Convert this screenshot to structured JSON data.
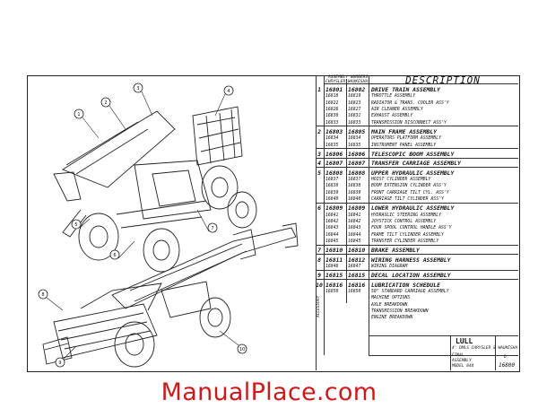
{
  "header": {
    "assembly_numbers": "ASSEMBLY NUMBERS",
    "chrysler": "CHRYSLER",
    "waukesha": "WAUKESHA",
    "description": "DESCRIPTION"
  },
  "rows": [
    {
      "num": "1",
      "a": "16801",
      "b": "16802",
      "desc": "DRIVE TRAIN ASSEMBLY",
      "bold": true
    },
    {
      "num": "",
      "a": "16818",
      "b": "16819",
      "desc": "THROTTLE ASSEMBLY",
      "bold": false
    },
    {
      "num": "",
      "a": "16822",
      "b": "16823",
      "desc": "RADIATOR & TRANS. COOLER ASS'Y",
      "bold": false
    },
    {
      "num": "",
      "a": "16826",
      "b": "16827",
      "desc": "AIR CLEANER ASSEMBLY",
      "bold": false
    },
    {
      "num": "",
      "a": "16830",
      "b": "16831",
      "desc": "EXHAUST ASSEMBLY",
      "bold": false
    },
    {
      "num": "",
      "a": "16833",
      "b": "16833",
      "desc": "TRANSMISSION DISCONNECT ASS'Y",
      "bold": false
    },
    {
      "num": "2",
      "a": "16803",
      "b": "16805",
      "desc": "MAIN FRAME ASSEMBLY",
      "bold": true
    },
    {
      "num": "",
      "a": "16834",
      "b": "16834",
      "desc": "OPERATORS PLATFORM ASSEMBLY",
      "bold": false
    },
    {
      "num": "",
      "a": "16835",
      "b": "16835",
      "desc": "INSTRUMENT PANEL ASSEMBLY",
      "bold": false
    },
    {
      "num": "3",
      "a": "16806",
      "b": "16806",
      "desc": "TELESCOPIC BOOM ASSEMBLY",
      "bold": true
    },
    {
      "num": "4",
      "a": "16807",
      "b": "16807",
      "desc": "TRANSFER CARRIAGE ASSEMBLY",
      "bold": true
    },
    {
      "num": "5",
      "a": "16808",
      "b": "16808",
      "desc": "UPPER HYDRAULIC ASSEMBLY",
      "bold": true
    },
    {
      "num": "",
      "a": "16837",
      "b": "16837",
      "desc": "HOIST CYLINDER ASSEMBLY",
      "bold": false
    },
    {
      "num": "",
      "a": "16838",
      "b": "16838",
      "desc": "BOOM EXTENSION CYLINDER ASS'Y",
      "bold": false
    },
    {
      "num": "",
      "a": "16839",
      "b": "16839",
      "desc": "FRONT CARRIAGE TILT CYL. ASS'Y",
      "bold": false
    },
    {
      "num": "",
      "a": "16840",
      "b": "16840",
      "desc": "CARRIAGE TILT CYLINDER ASS'Y",
      "bold": false
    },
    {
      "num": "6",
      "a": "16809",
      "b": "16809",
      "desc": "LOWER HYDRAULIC ASSEMBLY",
      "bold": true
    },
    {
      "num": "",
      "a": "16841",
      "b": "16841",
      "desc": "HYDRAULIC STEERING ASSEMBLY",
      "bold": false
    },
    {
      "num": "",
      "a": "16842",
      "b": "16842",
      "desc": "JOYSTICK CONTROL ASSEMBLY",
      "bold": false
    },
    {
      "num": "",
      "a": "16843",
      "b": "16843",
      "desc": "FOUR SPOOL CONTROL HANDLE ASS'Y",
      "bold": false
    },
    {
      "num": "",
      "a": "16844",
      "b": "16844",
      "desc": "FRAME TILT CYLINDER ASSEMBLY",
      "bold": false
    },
    {
      "num": "",
      "a": "16845",
      "b": "16845",
      "desc": "TRANSFER CYLINDER ASSEMBLY",
      "bold": false
    },
    {
      "num": "7",
      "a": "16810",
      "b": "16810",
      "desc": "BRAKE ASSEMBLY",
      "bold": true
    },
    {
      "num": "8",
      "a": "16811",
      "b": "16812",
      "desc": "WIRING HARNESS ASSEMBLY",
      "bold": true
    },
    {
      "num": "",
      "a": "16846",
      "b": "16847",
      "desc": "WIRING DIAGRAM",
      "bold": false
    },
    {
      "num": "9",
      "a": "16815",
      "b": "16815",
      "desc": "DECAL LOCATION ASSEMBLY",
      "bold": true
    },
    {
      "num": "10",
      "a": "16816",
      "b": "16816",
      "desc": "LUBRICATION SCHEDULE",
      "bold": true
    },
    {
      "num": "",
      "a": "16850",
      "b": "16850",
      "desc": "50\" STANDARD CARRIAGE ASSEMBLY",
      "bold": false
    },
    {
      "num": "",
      "a": "",
      "b": "",
      "desc": "MACHINE OPTIONS",
      "bold": false
    },
    {
      "num": "",
      "a": "",
      "b": "",
      "desc": "AXLE BREAKDOWN",
      "bold": false
    },
    {
      "num": "",
      "a": "",
      "b": "",
      "desc": "TRANSMISSION BREAKDOWN",
      "bold": false
    },
    {
      "num": "",
      "a": "",
      "b": "",
      "desc": "ENGINE BREAKDOWN",
      "bold": false
    }
  ],
  "side_label": "ACCESSORY",
  "title_block": {
    "company": "LULL",
    "line1": "4' DMLS CHRYSLER & WAUKESHA",
    "line2": "FINAL",
    "line3": "ASSEMBLY",
    "model": "MODEL 844",
    "sheet": "D",
    "number": "16800"
  },
  "callouts": [
    "1",
    "2",
    "3",
    "4",
    "5",
    "6",
    "7",
    "8",
    "9",
    "10"
  ],
  "watermark": "ManualPlace.com"
}
